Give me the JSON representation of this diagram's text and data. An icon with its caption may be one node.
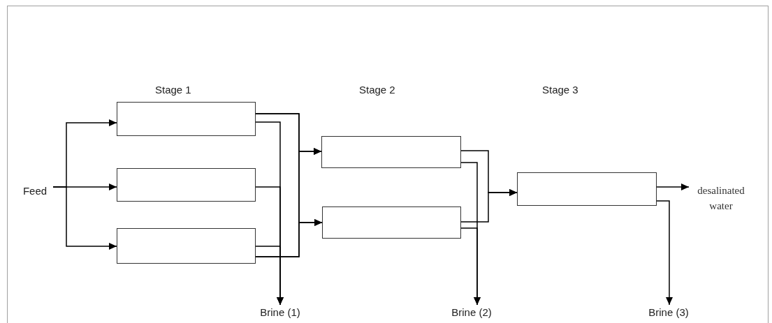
{
  "diagram": {
    "nodes": [
      {
        "text": [
          "Feed"
        ]
      },
      {
        "text": [],
        "shape": "box"
      },
      {
        "text": [],
        "shape": "box"
      },
      {
        "text": [],
        "shape": "box"
      },
      {
        "text": [],
        "shape": "box"
      },
      {
        "text": [],
        "shape": "box"
      },
      {
        "text": [],
        "shape": "box"
      },
      {
        "text": [
          "desalinated water"
        ]
      },
      {
        "text": [
          "Brine (1)"
        ]
      },
      {
        "text": [
          "Brine (2)"
        ]
      },
      {
        "text": [
          "Brine (3)"
        ]
      }
    ],
    "edges": [
      {
        "from": 0,
        "to": 1,
        "arrow": "to"
      },
      {
        "from": 0,
        "to": 2,
        "arrow": "to"
      },
      {
        "from": 0,
        "to": 3,
        "arrow": "to"
      },
      {
        "from": 1,
        "to": 4,
        "arrow": "to"
      },
      {
        "from": 1,
        "to": 5,
        "arrow": "to"
      },
      {
        "from": 3,
        "to": 4,
        "arrow": "to"
      },
      {
        "from": 3,
        "to": 5,
        "arrow": "to"
      },
      {
        "from": 1,
        "to": 8,
        "arrow": "to"
      },
      {
        "from": 2,
        "to": 8,
        "arrow": "to"
      },
      {
        "from": 3,
        "to": 8,
        "arrow": "to"
      },
      {
        "from": 4,
        "to": 6,
        "arrow": "to"
      },
      {
        "from": 5,
        "to": 6,
        "arrow": "to"
      },
      {
        "from": 4,
        "to": 9,
        "arrow": "to"
      },
      {
        "from": 5,
        "to": 9,
        "arrow": "to"
      },
      {
        "from": 6,
        "to": 7,
        "arrow": "to"
      },
      {
        "from": 6,
        "to": 10,
        "arrow": "to"
      }
    ],
    "labels": [
      "Stage 1",
      "Stage 2",
      "Stage 3"
    ]
  }
}
